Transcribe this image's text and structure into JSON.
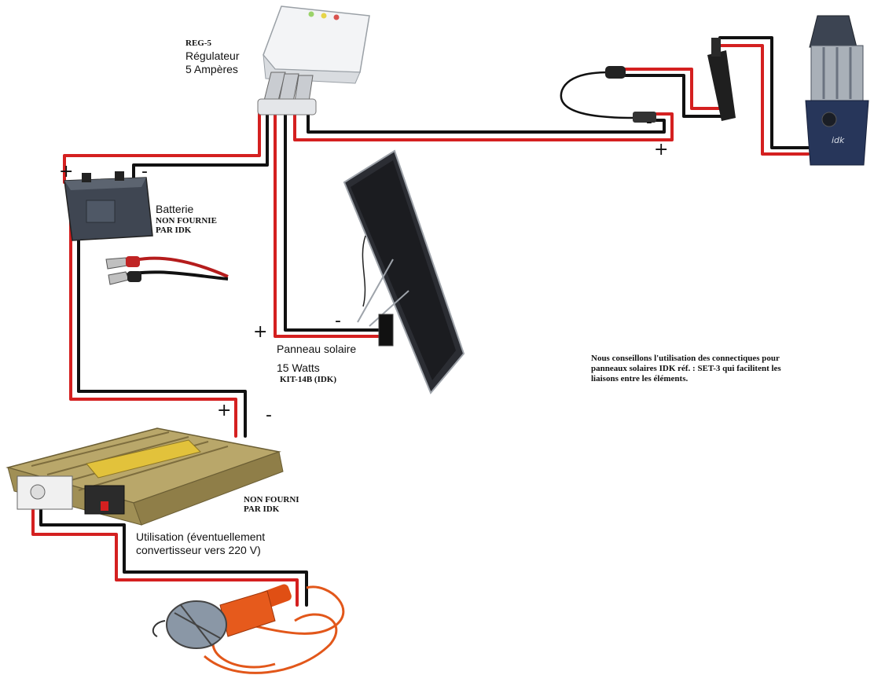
{
  "colors": {
    "positive_wire": "#d42020",
    "negative_wire": "#111111",
    "background": "#ffffff"
  },
  "regulator": {
    "ref": "REG-5",
    "name": "Régulateur",
    "rating": "5 Ampères",
    "leds": [
      "#9bd36a",
      "#e6d54a",
      "#d9534f"
    ]
  },
  "battery": {
    "name": "Batterie",
    "note_line1": "NON FOURNIE",
    "note_line2": "PAR IDK",
    "plus": "+",
    "minus": "-"
  },
  "solar_panel": {
    "name": "Panneau solaire",
    "power": "15 Watts",
    "ref": "KIT-14B (IDK)",
    "plus": "+",
    "minus": "-"
  },
  "lamp": {
    "brand": "idk",
    "plus": "+",
    "minus": "-"
  },
  "inverter": {
    "note_line1": "NON FOURNI",
    "note_line2": "PAR IDK",
    "usage_line1": "Utilisation (éventuellement",
    "usage_line2": "convertisseur vers 220 V)",
    "plus": "+",
    "minus": "-"
  },
  "advice": {
    "line1": "Nous conseillons l'utilisation des connectiques pour",
    "line2": "panneaux solaires  IDK réf. : SET-3 qui facilitent les",
    "line3": "liaisons entre les éléments."
  }
}
